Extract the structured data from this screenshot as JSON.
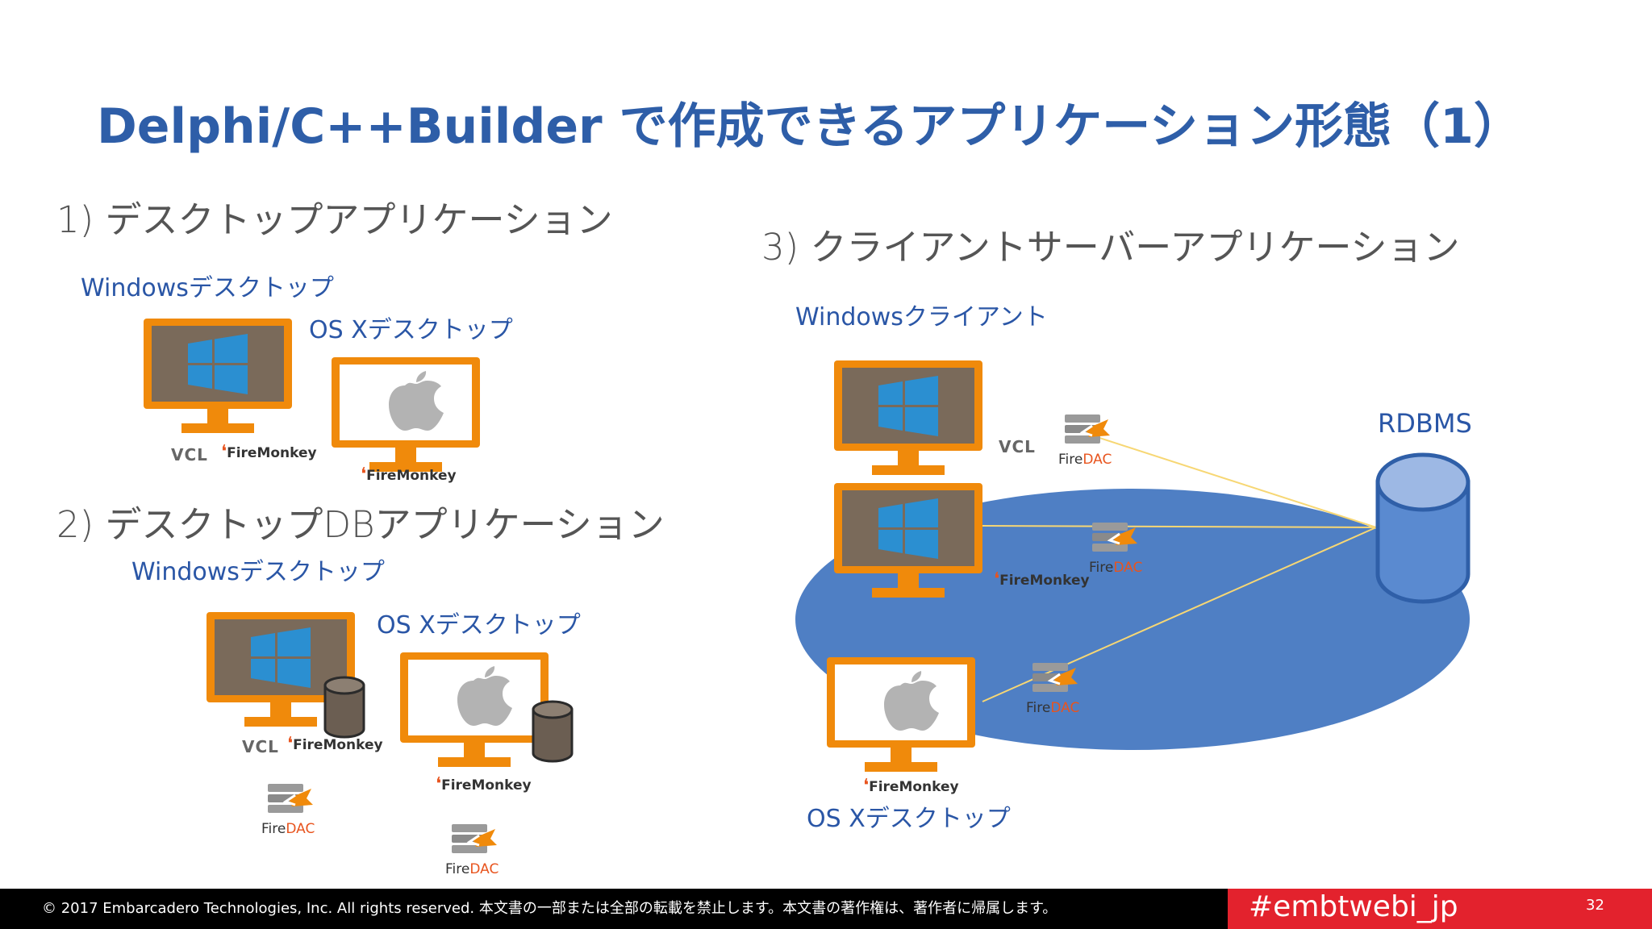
{
  "slide": {
    "title": "Delphi/C++Builder で作成できるアプリケーション形態（1）",
    "section1": {
      "heading": "1) デスクトップアプリケーション",
      "win_label": "Windowsデスクトップ",
      "osx_label": "OS Xデスクトップ",
      "vcl": "VCL",
      "firemonkey": "FireMonkey"
    },
    "section2": {
      "heading": "2) デスクトップDBアプリケーション",
      "win_label": "Windowsデスクトップ",
      "osx_label": "OS Xデスクトップ",
      "vcl": "VCL",
      "firemonkey": "FireMonkey",
      "firedac_fire": "Fire",
      "firedac_dac": "DAC"
    },
    "section3": {
      "heading": "3) クライアントサーバーアプリケーション",
      "win_label": "Windowsクライアント",
      "osx_label": "OS Xデスクトップ",
      "rdbms": "RDBMS",
      "vcl": "VCL",
      "firemonkey": "FireMonkey",
      "firedac_fire": "Fire",
      "firedac_dac": "DAC"
    }
  },
  "footer": {
    "copyright": "© 2017 Embarcadero Technologies, Inc. All rights reserved. 本文書の一部または全部の転載を禁止します。本文書の著作権は、著作者に帰属します。",
    "hashtag": "#embtwebi_jp",
    "page": "32"
  },
  "colors": {
    "title": "#2e5ea8",
    "monitor_frame": "#f08a0b",
    "monitor_screen_dark": "#7a6a5a",
    "windows_logo": "#2b8fd1",
    "db_blue": "#5a8ad0",
    "network_ellipse": "#4f7fc4",
    "footer_red": "#e3222d"
  }
}
